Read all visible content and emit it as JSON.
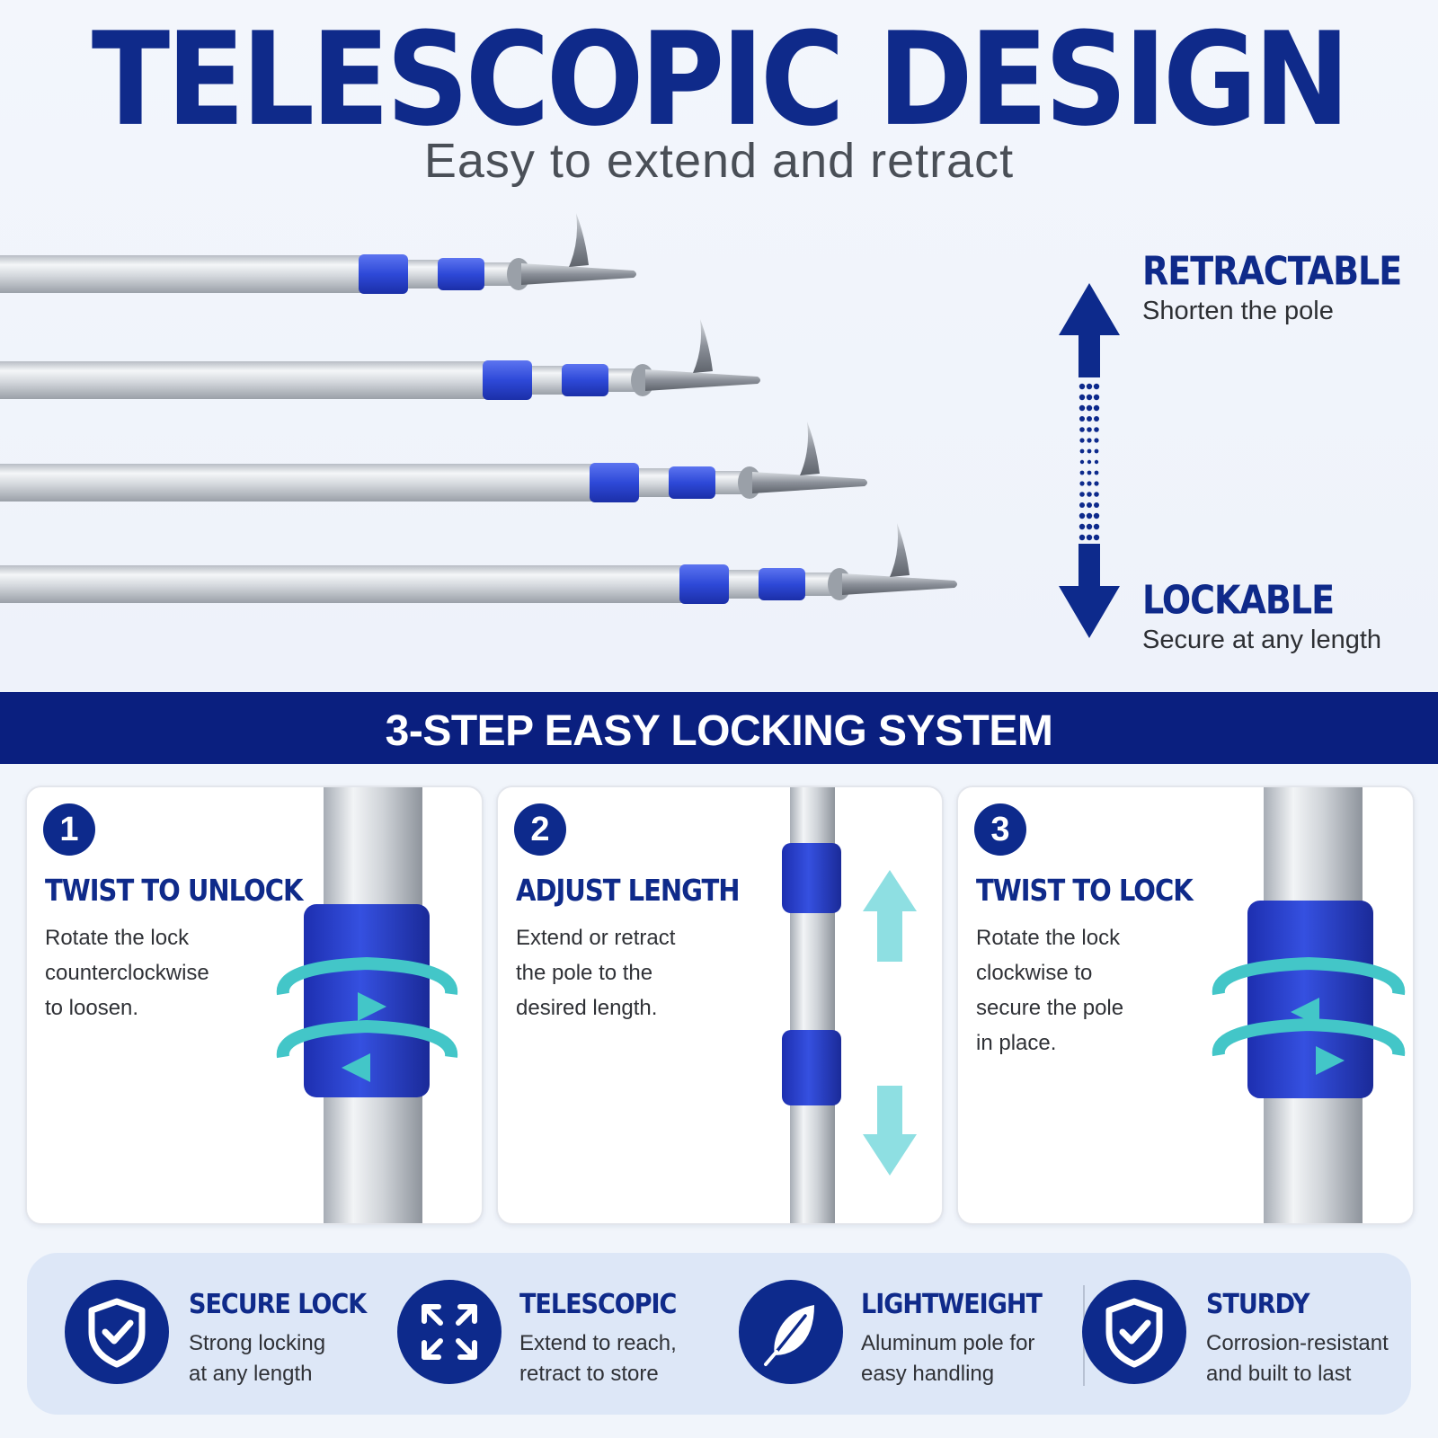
{
  "hero": {
    "title": "TELESCOPIC DESIGN",
    "subtitle": "Easy to extend and retract"
  },
  "indicator": {
    "top_label": "RETRACTABLE",
    "top_desc": "Shorten the pole",
    "bottom_label": "LOCKABLE",
    "bottom_desc": "Secure at any length"
  },
  "banner": {
    "text": "3-STEP EASY LOCKING SYSTEM"
  },
  "steps": [
    {
      "number": "1",
      "title": "TWIST TO UNLOCK",
      "lines": [
        "Rotate the lock",
        "counterclockwise",
        "to loosen."
      ]
    },
    {
      "number": "2",
      "title": "ADJUST LENGTH",
      "lines": [
        "Extend or retract",
        "the pole to the",
        "desired length."
      ]
    },
    {
      "number": "3",
      "title": "TWIST TO LOCK",
      "lines": [
        "Rotate the lock",
        "clockwise to",
        "secure the pole",
        "in place."
      ]
    }
  ],
  "features": [
    {
      "icon": "shield-check-icon",
      "title": "SECURE LOCK",
      "line1": "Strong locking",
      "line2": "at any length"
    },
    {
      "icon": "expand-arrows-icon",
      "title": "TELESCOPIC",
      "line1": "Extend to reach,",
      "line2": "retract to store"
    },
    {
      "icon": "feather-icon",
      "title": "LIGHTWEIGHT",
      "line1": "Aluminum pole for",
      "line2": "easy handling"
    },
    {
      "icon": "shield-check-icon",
      "title": "STURDY",
      "line1": "Corrosion-resistant",
      "line2": "and built to last"
    }
  ],
  "colors": {
    "navy": "#0d2a8c",
    "lock_blue": "#2840c8",
    "teal_arrow": "#3fc4c8",
    "panel": "#dde7f7"
  }
}
